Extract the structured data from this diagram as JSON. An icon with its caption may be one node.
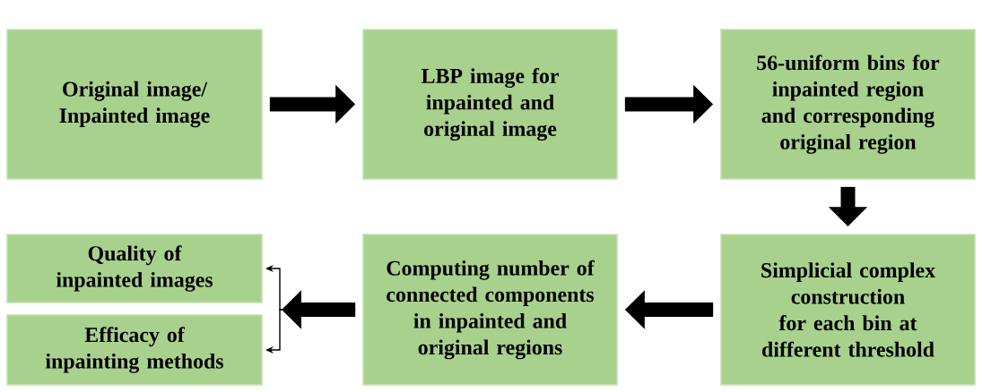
{
  "diagram": {
    "nodes": [
      {
        "text": [
          "Original image/ Inpainted image"
        ]
      },
      {
        "text": [
          "LBP image for inpainted and original image"
        ]
      },
      {
        "text": [
          "56-uniform bins for inpainted region and corresponding original region"
        ]
      },
      {
        "text": [
          "Simplicial complex construction for each bin at different threshold"
        ]
      },
      {
        "text": [
          "Computing number of connected components in inpainted and original regions"
        ]
      },
      {
        "text": [
          "Quality of inpainted images"
        ]
      },
      {
        "text": [
          "Efficacy of inpainting methods"
        ]
      }
    ],
    "edges": [
      {
        "from": 0,
        "to": 1,
        "arrow": "to"
      },
      {
        "from": 1,
        "to": 2,
        "arrow": "to"
      },
      {
        "from": 2,
        "to": 3,
        "arrow": "to"
      },
      {
        "from": 3,
        "to": 4,
        "arrow": "to"
      },
      {
        "from": 4,
        "to": 5,
        "arrow": "to"
      },
      {
        "from": 4,
        "to": 6,
        "arrow": "to"
      }
    ]
  }
}
